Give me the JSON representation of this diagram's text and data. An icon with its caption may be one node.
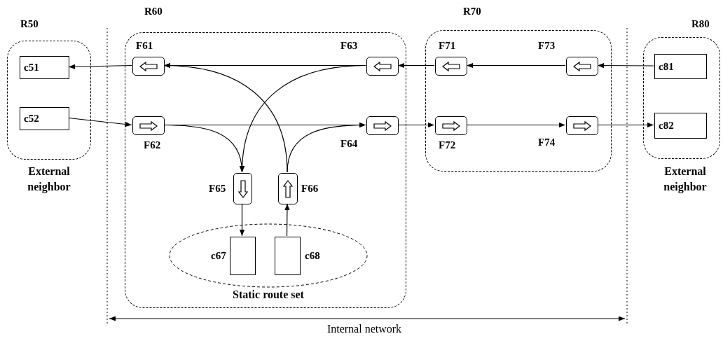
{
  "diagram": {
    "nodes": [
      {
        "text": [
          "R50"
        ],
        "beside": [
          "External neighbor"
        ]
      },
      {
        "text": [
          "c51"
        ],
        "in": 0
      },
      {
        "text": [
          "c52"
        ],
        "in": 0
      },
      {
        "text": [
          "R60"
        ]
      },
      {
        "text": [
          "F61"
        ],
        "in": 3
      },
      {
        "text": [
          "F62"
        ],
        "in": 3
      },
      {
        "text": [
          "F63"
        ],
        "in": 3
      },
      {
        "text": [
          "F64"
        ],
        "in": 3
      },
      {
        "text": [
          "F65"
        ],
        "in": 3
      },
      {
        "text": [
          "F66"
        ],
        "in": 3
      },
      {
        "text": [
          "Static route set"
        ],
        "in": 3
      },
      {
        "text": [
          "c67"
        ],
        "in": 10
      },
      {
        "text": [
          "c68"
        ],
        "in": 10
      },
      {
        "text": [
          "R70"
        ]
      },
      {
        "text": [
          "F71"
        ],
        "in": 13
      },
      {
        "text": [
          "F72"
        ],
        "in": 13
      },
      {
        "text": [
          "F73"
        ],
        "in": 13
      },
      {
        "text": [
          "F74"
        ],
        "in": 13
      },
      {
        "text": [
          "R80"
        ],
        "beside": [
          "External neighbor"
        ]
      },
      {
        "text": [
          "c81"
        ],
        "in": 18
      },
      {
        "text": [
          "c82"
        ],
        "in": 18
      }
    ],
    "edges": [
      {
        "from": 4,
        "to": 1,
        "arrow": "to"
      },
      {
        "from": 2,
        "to": 5,
        "arrow": "to"
      },
      {
        "from": 6,
        "to": 4,
        "arrow": "to"
      },
      {
        "from": 5,
        "to": 7,
        "arrow": "to"
      },
      {
        "from": 5,
        "to": 8,
        "arrow": "to"
      },
      {
        "from": 6,
        "to": 8,
        "arrow": "to"
      },
      {
        "from": 9,
        "to": 4,
        "arrow": "to"
      },
      {
        "from": 9,
        "to": 7,
        "arrow": "to"
      },
      {
        "from": 8,
        "to": 11,
        "arrow": "to"
      },
      {
        "from": 12,
        "to": 9,
        "arrow": "to"
      },
      {
        "from": 14,
        "to": 6,
        "arrow": "to"
      },
      {
        "from": 7,
        "to": 15,
        "arrow": "to"
      },
      {
        "from": 16,
        "to": 14,
        "arrow": "to"
      },
      {
        "from": 15,
        "to": 17,
        "arrow": "to"
      },
      {
        "from": 19,
        "to": 16,
        "arrow": "to"
      },
      {
        "from": 17,
        "to": 20,
        "arrow": "to"
      }
    ],
    "labels": [
      "Internal network"
    ]
  }
}
